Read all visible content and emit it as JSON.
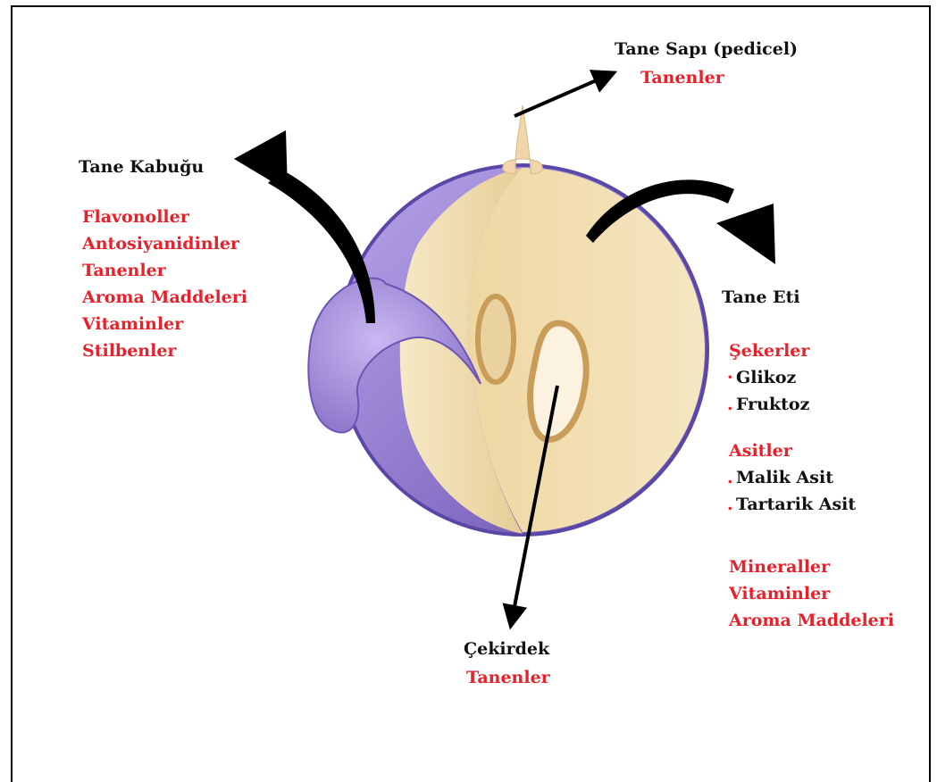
{
  "labels": {
    "pedicel": {
      "title": "Tane Sapı (pedicel)",
      "item": "Tanenler"
    },
    "skin": {
      "title": "Tane Kabuğu",
      "items": [
        "Flavonoller",
        "Antosiyanidinler",
        "Tanenler",
        "Aroma Maddeleri",
        "Vitaminler",
        "Stilbenler"
      ]
    },
    "flesh": {
      "title": "Tane Eti",
      "sugars": {
        "heading": "Şekerler",
        "items": [
          "Glikoz",
          "Fruktoz"
        ]
      },
      "acids": {
        "heading": "Asitler",
        "items": [
          "Malik Asit",
          "Tartarik Asit"
        ]
      },
      "other": [
        "Mineraller",
        "Vitaminler",
        "Aroma Maddeleri"
      ]
    },
    "seed": {
      "title": "Çekirdek",
      "item": "Tanenler"
    }
  },
  "colors": {
    "label_text": "#111111",
    "highlight_text": "#e8202a",
    "grape_skin": "#8a72c8",
    "grape_flesh": "#f1dfb3"
  }
}
